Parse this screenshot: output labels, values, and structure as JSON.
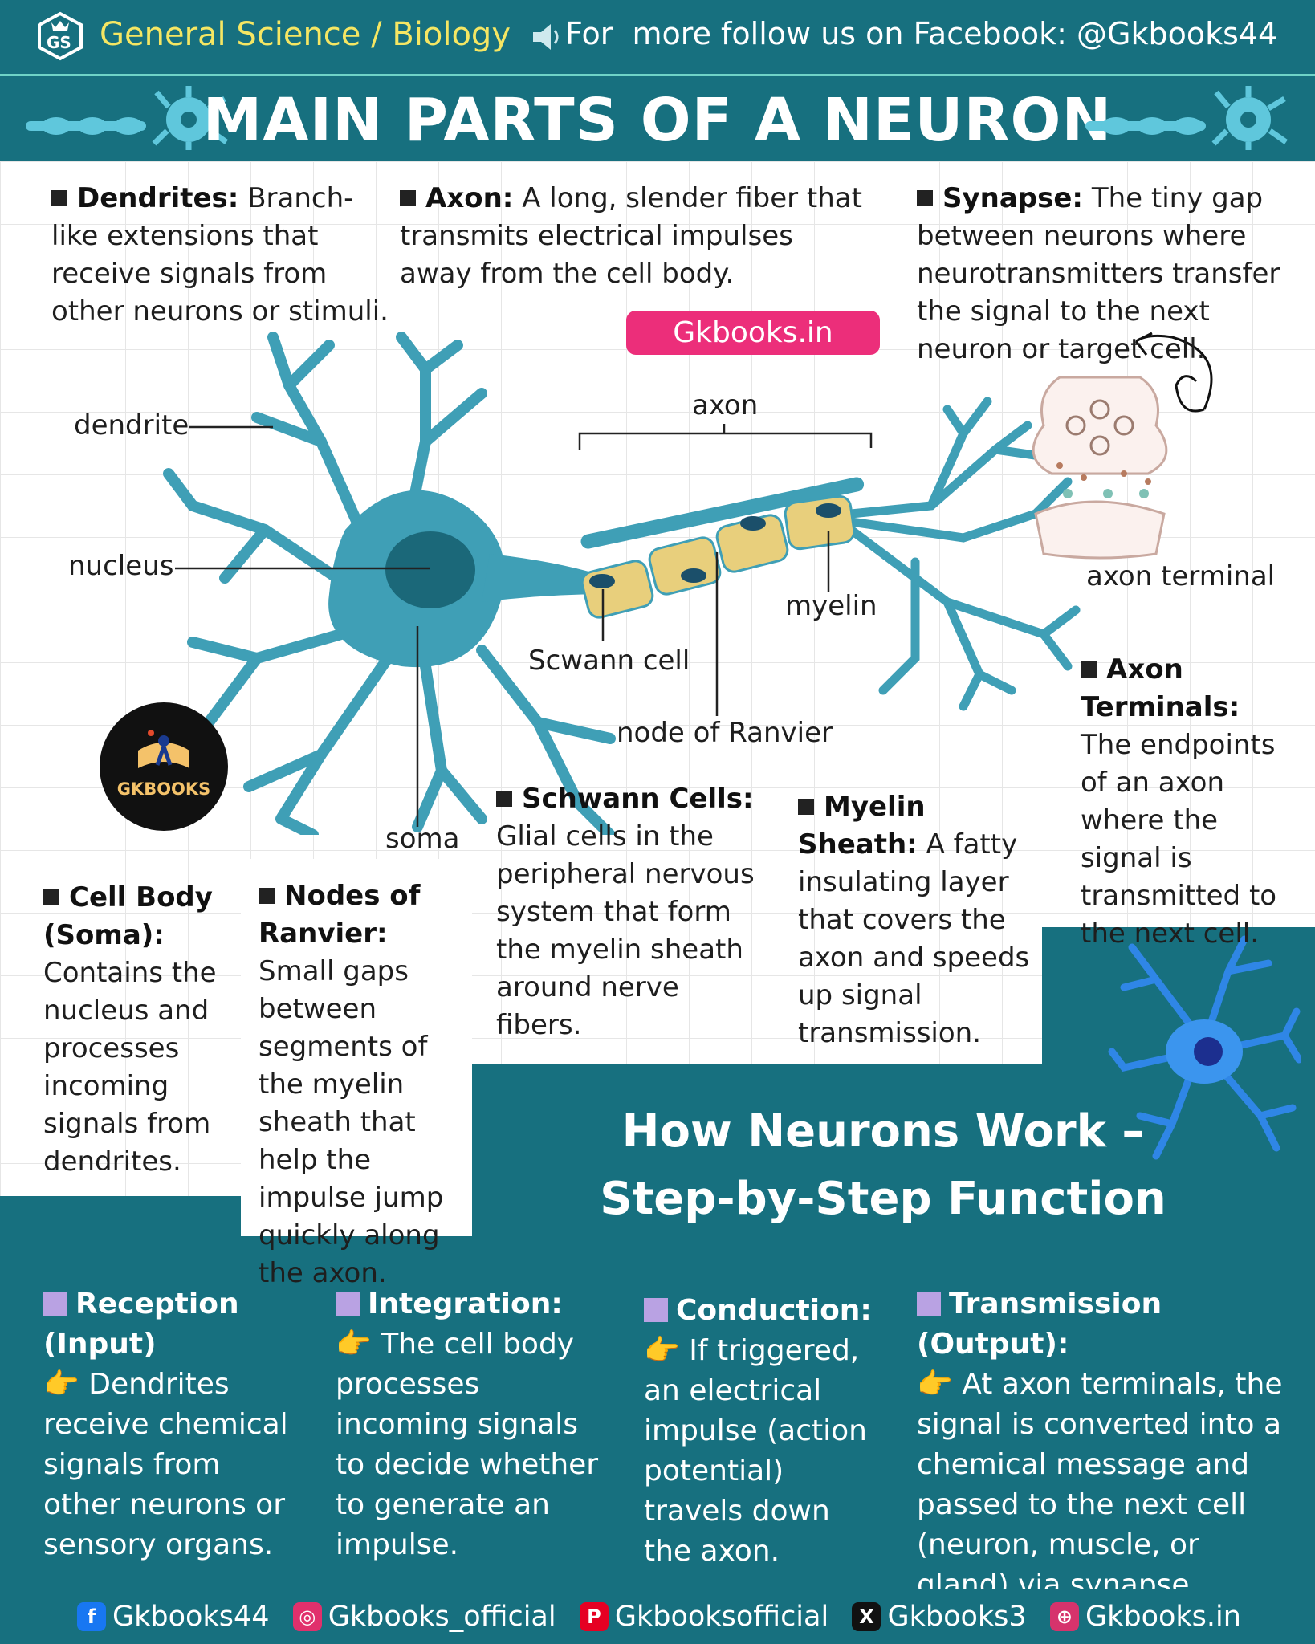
{
  "header": {
    "badge": "GS",
    "category": "General Science / Biology",
    "follow_text": "For  more follow us on Facebook: @Gkbooks44"
  },
  "title": "MAIN PARTS OF A NEURON",
  "watermark": "Gkbooks.in",
  "logo_text": "GKBOOKS",
  "descriptions": {
    "dendrites": {
      "term": "Dendrites:",
      "text": "Branch-like extensions that receive signals from other neurons or stimuli."
    },
    "axon": {
      "term": "Axon:",
      "text": "A long, slender fiber that transmits electrical impulses away from the cell body."
    },
    "synapse": {
      "term": "Synapse:",
      "text": "The tiny gap between neurons where neurotransmitters transfer the signal to the next neuron or target cell."
    },
    "axon_terminals": {
      "term": "Axon Terminals:",
      "text": "The endpoints of an axon where the signal is transmitted to the next cell."
    },
    "schwann": {
      "term": "Schwann Cells:",
      "text": "Glial cells in the peripheral nervous system that form the myelin sheath around nerve fibers."
    },
    "myelin": {
      "term": "Myelin Sheath:",
      "text": "A fatty insulating layer that covers the axon and speeds up signal transmission."
    },
    "cell_body": {
      "term": "Cell Body (Soma):",
      "text": "Contains the nucleus and processes incoming signals from dendrites."
    },
    "nodes": {
      "term": "Nodes of Ranvier:",
      "text": "Small gaps between segments of the myelin sheath that help the impulse jump quickly along the axon."
    }
  },
  "diagram_labels": {
    "dendrite": "dendrite",
    "nucleus": "nucleus",
    "soma": "soma",
    "axon": "axon",
    "myelin": "myelin",
    "schwann_cell": "Scwann cell",
    "node": "node of Ranvier",
    "axon_terminal": "axon terminal"
  },
  "how_title": "How Neurons Work – Step-by-Step Function",
  "steps": [
    {
      "term": "Reception (Input)",
      "text": "Dendrites receive chemical signals from other neurons or sensory organs."
    },
    {
      "term": "Integration:",
      "text": "The cell body processes incoming signals to decide whether to generate an impulse."
    },
    {
      "term": "Conduction:",
      "text": "If triggered, an electrical impulse (action potential) travels down the axon."
    },
    {
      "term": "Transmission (Output):",
      "text": "At axon terminals, the signal is converted into a chemical message and passed to the next cell (neuron, muscle, or gland) via synapse."
    }
  ],
  "pointer_icon": "👉",
  "footer": [
    {
      "icon": "facebook-icon",
      "glyph": "f",
      "color": "#1877f2",
      "label": "Gkbooks44"
    },
    {
      "icon": "instagram-icon",
      "glyph": "◎",
      "color": "#e1306c",
      "label": "Gkbooks_official"
    },
    {
      "icon": "pinterest-icon",
      "glyph": "P",
      "color": "#e60023",
      "label": "Gkbooksofficial"
    },
    {
      "icon": "x-icon",
      "glyph": "X",
      "color": "#111111",
      "label": "Gkbooks3"
    },
    {
      "icon": "globe-icon",
      "glyph": "⊕",
      "color": "#d6336c",
      "label": "Gkbooks.in"
    }
  ],
  "colors": {
    "teal": "#17707f",
    "neuron": "#3f9fb6",
    "myelin": "#e8cf7c",
    "accent_pink": "#ec2e7a",
    "step_square": "#b9a2e3"
  }
}
